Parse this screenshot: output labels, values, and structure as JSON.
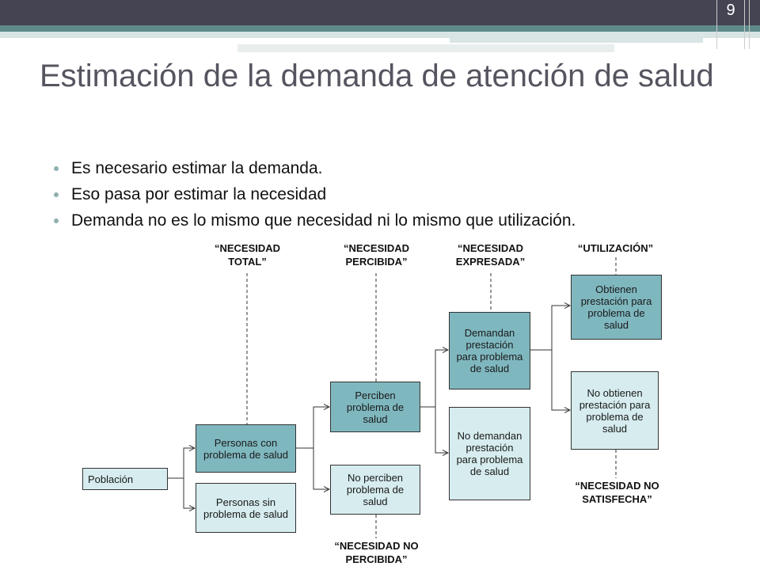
{
  "slide": {
    "number": "9",
    "title": "Estimación de la demanda de atención de salud",
    "bullets": [
      "Es necesario estimar la demanda.",
      "Eso pasa por estimar la necesidad",
      "Demanda no es lo mismo que necesidad ni lo mismo que utilización."
    ]
  },
  "diagram": {
    "nodes": {
      "poblacion": "Población",
      "con_problema": "Personas con problema de salud",
      "sin_problema": "Personas sin problema de salud",
      "perciben": "Perciben problema de salud",
      "no_perciben": "No perciben problema de salud",
      "demandan": "Demandan prestación para problema de salud",
      "no_demandan": "No demandan prestación para problema de salud",
      "obtienen": "Obtienen prestación para problema de salud",
      "no_obtienen": "No obtienen prestación para problema de salud"
    },
    "labels": {
      "necesidad_total": "“NECESIDAD TOTAL”",
      "necesidad_percibida": "“NECESIDAD PERCIBIDA”",
      "necesidad_expresada": "“NECESIDAD EXPRESADA”",
      "utilizacion": "“UTILIZACIÓN”",
      "necesidad_no_percibida": "“NECESIDAD NO PERCIBIDA”",
      "necesidad_no_satisfecha": "“NECESIDAD NO SATISFECHA”"
    },
    "colors": {
      "dark_box": "#7fb7bf",
      "light_box": "#d6ecee",
      "header_bar": "#444452",
      "accent_bar": "#5f8a8a"
    }
  }
}
